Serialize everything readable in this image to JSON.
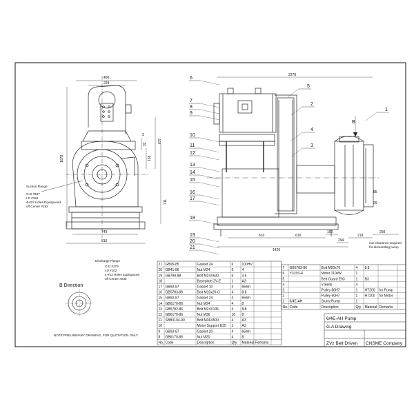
{
  "front_view": {
    "dims": {
      "d406": "406",
      "d229": "229",
      "d1078": "1078",
      "d637": "637",
      "d711": "711",
      "d749": "749",
      "d810": "810",
      "d138": "138",
      "d32": "32",
      "d3": "3"
    },
    "suction_flange": [
      "Suction Flange",
      "O.D #337",
      "I.D #152",
      "4-#22 Holes Equispaced",
      "off Center #292"
    ]
  },
  "side_view": {
    "dims": {
      "d2278": "2278",
      "d610a": "610",
      "d610b": "610",
      "d100": "100",
      "d294": "294",
      "d219": "219",
      "d1420": "1420",
      "d250": "250",
      "d85": "85",
      "d29": "29"
    },
    "clearance_note": [
      "min clearance required",
      "for dismantling pump"
    ],
    "direction_arrow": "B",
    "balloons_left": [
      "6",
      "7",
      "8",
      "9",
      "10",
      "11",
      "12",
      "13",
      "14",
      "15",
      "16",
      "17",
      "18",
      "19",
      "20",
      "21"
    ],
    "balloons_right": [
      "5",
      "2",
      "4",
      "3",
      "1"
    ]
  },
  "discharge_view": {
    "title": "B Direction",
    "flange": [
      "Discharge Flange",
      "O.D #279",
      "I.D #102",
      "4-#22 Holes Equispaced",
      "off Center #235"
    ]
  },
  "note": "NOTE:PRELIMINARY DRAWING, FOR QUOTATION ONLY.",
  "bom_left": {
    "rows": [
      [
        "21",
        "GB95-85",
        "Gasket 24",
        "6",
        "100HV"
      ],
      [
        "20",
        "GB41-86",
        "Nut M24",
        "6",
        "4"
      ],
      [
        "19",
        "GB799-88",
        "Bolt M24X630",
        "6",
        "3.6"
      ],
      [
        "18",
        "",
        "Baseplate ZV-E",
        "1",
        "A3"
      ],
      [
        "17",
        "GB93-87",
        "Gasket 10",
        "4",
        "65Mn"
      ],
      [
        "16",
        "GB5783-86",
        "Bolt M10x20-G",
        "4",
        "8.8"
      ],
      [
        "15",
        "GB93-87",
        "Gasket 24",
        "4",
        "65Mn"
      ],
      [
        "14",
        "GB6170-86",
        "Nut M24",
        "4",
        "8"
      ],
      [
        "13",
        "GB5782-86",
        "Bolt M24X135",
        "4",
        "8.8"
      ],
      [
        "12",
        "GB6170-86",
        "Nut M36",
        "16",
        "8"
      ],
      [
        "11",
        "SBB0104-90",
        "Bolt M36X500",
        "4",
        "A3"
      ],
      [
        "10",
        "",
        "Motor Support D35",
        "1",
        "A3"
      ],
      [
        "9",
        "GB93-87",
        "Gasket 20",
        "4",
        "65Mn"
      ],
      [
        "8",
        "GB6170-86",
        "Nut M20",
        "4",
        "8"
      ]
    ],
    "header": [
      "No.",
      "Code",
      "Description",
      "Qty.",
      "Material",
      "Remarks"
    ]
  },
  "bom_right": {
    "rows": [
      [
        "7",
        "GB5782-86",
        "Bolt M20x70",
        "4",
        "8.8",
        ""
      ],
      [
        "6",
        "Y315S-4",
        "Motor 110kW",
        "1",
        "",
        ""
      ],
      [
        "5",
        "",
        "Belt Guard E03",
        "1",
        "B3",
        ""
      ],
      [
        "4",
        "",
        "V-Belts",
        "4",
        "",
        ""
      ],
      [
        "3",
        "",
        "Pulley 80H7",
        "1",
        "HT200",
        "for Pump"
      ],
      [
        "2",
        "",
        "Pulley 60H7",
        "1",
        "HT200",
        "for Motor"
      ],
      [
        "1",
        "6/4E-AH",
        "Slurry Pump",
        "1",
        "",
        ""
      ]
    ],
    "header": [
      "No.",
      "Code",
      "Description",
      "Qty.",
      "Material",
      "Remarks"
    ]
  },
  "title_block": {
    "model": "6/4E-AH Pump",
    "drawing": "G.A Drawing",
    "drive": "ZVz Belt Driven",
    "company": "CNSME Company"
  }
}
